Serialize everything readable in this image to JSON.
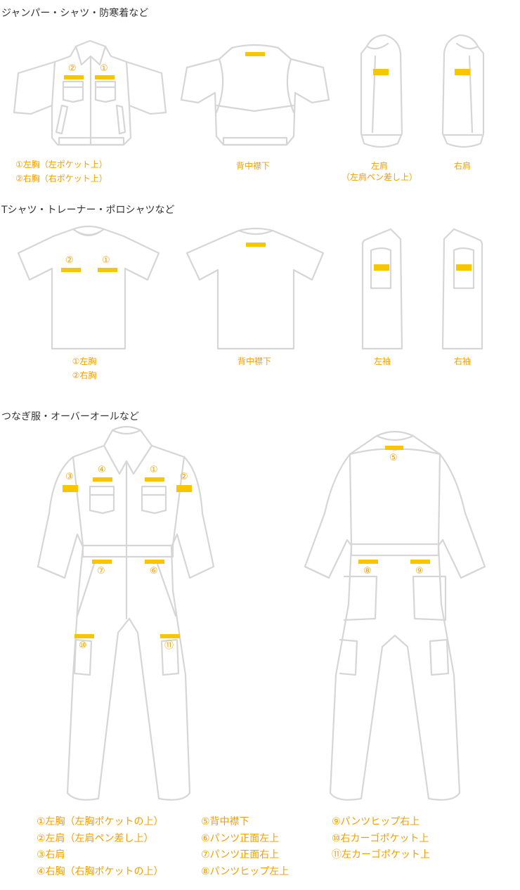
{
  "sections": {
    "jumper": {
      "title": "ジャンパー・シャツ・防寒着など",
      "front_caption": [
        "①左胸（左ポケット上）",
        "②右胸（右ポケット上）"
      ],
      "back_caption": "背中襟下",
      "left_shoulder_caption": [
        "左肩",
        "（左肩ペン差し上）"
      ],
      "right_shoulder_caption": "右肩",
      "markers": [
        "②",
        "①"
      ]
    },
    "tshirt": {
      "title": "Tシャツ・トレーナー・ポロシャツなど",
      "front_caption": [
        "①左胸",
        "②右胸"
      ],
      "back_caption": "背中襟下",
      "left_sleeve_caption": "左袖",
      "right_sleeve_caption": "右袖",
      "markers": [
        "②",
        "①"
      ]
    },
    "coverall": {
      "title": "つなぎ服・オーバーオールなど",
      "front_markers": [
        "③",
        "④",
        "①",
        "②",
        "⑦",
        "⑥",
        "⑩",
        "⑪"
      ],
      "back_markers": [
        "⑤",
        "⑧",
        "⑨"
      ],
      "legend_col1": [
        "①左胸（左胸ポケットの上）",
        "②左肩（左肩ペン差し上）",
        "③右肩",
        "④右胸（右胸ポケットの上）"
      ],
      "legend_col2": [
        "⑤背中襟下",
        "⑥パンツ正面左上",
        "⑦パンツ正面右上",
        "⑧パンツヒップ左上"
      ],
      "legend_col3": [
        "⑨パンツヒップ右上",
        "⑩右カーゴポケット上",
        "⑪左カーゴポケット上"
      ]
    }
  },
  "colors": {
    "marker": "#f7c600",
    "label": "#f0a000",
    "outline": "#d6d6d6"
  }
}
